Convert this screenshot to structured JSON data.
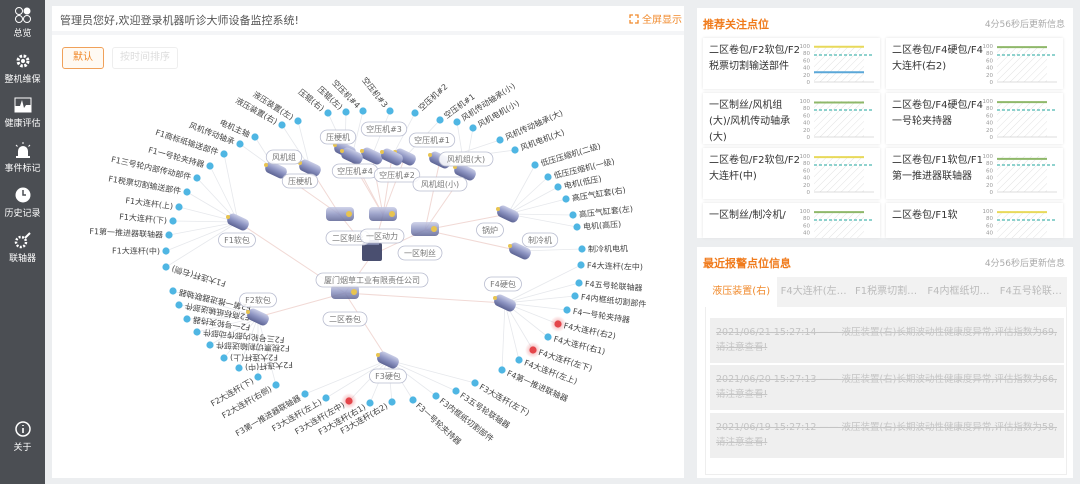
{
  "sidebar": {
    "items": [
      {
        "label": "总览",
        "icon": "overview-icon"
      },
      {
        "label": "整机维保",
        "icon": "gear-wrench-icon"
      },
      {
        "label": "健康评估",
        "icon": "health-chart-icon"
      },
      {
        "label": "事件标记",
        "icon": "alarm-light-icon"
      },
      {
        "label": "历史记录",
        "icon": "clock-icon"
      },
      {
        "label": "联轴器",
        "icon": "coupling-icon"
      },
      {
        "label": "关于",
        "icon": "info-icon"
      }
    ]
  },
  "header": {
    "welcome": "管理员您好,欢迎登录机器听诊大师设备监控系统!",
    "fullscreen": "全屏显示"
  },
  "toolbar": {
    "default_label": "默认",
    "sort_label": "按时间排序"
  },
  "graph": {
    "hubs": [
      "厦门烟草工业有限责任公司",
      "二区制丝",
      "一区动力",
      "一区制丝",
      "二区卷包",
      "F1软包",
      "F2软包",
      "F3硬包",
      "F4硬包",
      "压梗机",
      "风机组",
      "压梗机",
      "空压机#3",
      "空压机#1",
      "空压机#4",
      "空压机#2",
      "风机组(大)",
      "风机组(小)",
      "锅炉",
      "制冷机"
    ],
    "leaves": [
      {
        "label": "电机主轴",
        "hub": 10
      },
      {
        "label": "风机传动轴承",
        "hub": 10
      },
      {
        "label": "F1商标纸输送部件",
        "hub": 5
      },
      {
        "label": "F1一号轮夹持器",
        "hub": 5
      },
      {
        "label": "F1三号轮内部传动部件",
        "hub": 5
      },
      {
        "label": "F1税票切割输送部件",
        "hub": 5
      },
      {
        "label": "F1大连杆(上)",
        "hub": 5
      },
      {
        "label": "F1大连杆(下)",
        "hub": 5
      },
      {
        "label": "F1第一推进器联轴器",
        "hub": 5
      },
      {
        "label": "F1大连杆(中)",
        "hub": 5
      },
      {
        "label": "F1大连杆(右侧)",
        "hub": 5
      },
      {
        "label": "液压装置(右)",
        "hub": 9
      },
      {
        "label": "液压装置(左)",
        "hub": 9
      },
      {
        "label": "压辊(右)",
        "hub": 11
      },
      {
        "label": "压辊(左)",
        "hub": 11
      },
      {
        "label": "空压机#4",
        "hub": 14
      },
      {
        "label": "空压机#3",
        "hub": 12
      },
      {
        "label": "空压机#2",
        "hub": 15
      },
      {
        "label": "空压机#1",
        "hub": 13
      },
      {
        "label": "风机传动轴承(小)",
        "hub": 17
      },
      {
        "label": "风机电机(小)",
        "hub": 17
      },
      {
        "label": "风机传动轴承(大)",
        "hub": 16
      },
      {
        "label": "风机电机(大)",
        "hub": 16
      },
      {
        "label": "低压压缩机(二级)",
        "hub": 18
      },
      {
        "label": "低压压缩机(一级)",
        "hub": 18
      },
      {
        "label": "电机(低压)",
        "hub": 18
      },
      {
        "label": "高压气缸套(右)",
        "hub": 18
      },
      {
        "label": "高压气缸套(左)",
        "hub": 18
      },
      {
        "label": "电机(高压)",
        "hub": 18
      },
      {
        "label": "制冷机电机",
        "hub": 19
      },
      {
        "label": "F4大连杆(左中)",
        "hub": 8
      },
      {
        "label": "F4五号轮联轴器",
        "hub": 8
      },
      {
        "label": "F4内框纸切割部件",
        "hub": 8
      },
      {
        "label": "F4一号轮夹持器",
        "hub": 8
      },
      {
        "label": "F4大连杆(右2)",
        "hub": 8,
        "alarm": true
      },
      {
        "label": "F4大连杆(右1)",
        "hub": 8
      },
      {
        "label": "F4大连杆(左下)",
        "hub": 8,
        "alarm": true
      },
      {
        "label": "F4大连杆(左上)",
        "hub": 8
      },
      {
        "label": "F4第一推进联轴器",
        "hub": 8
      },
      {
        "label": "F3大连杆(左下)",
        "hub": 7
      },
      {
        "label": "F3五号轮联轴器",
        "hub": 7
      },
      {
        "label": "F3内框纸切割部件",
        "hub": 7
      },
      {
        "label": "F3一号轮夹持器",
        "hub": 7
      },
      {
        "label": "F3大连杆(右2)",
        "hub": 7
      },
      {
        "label": "F3大连杆(右1)",
        "hub": 7
      },
      {
        "label": "F3大连杆(左中)",
        "hub": 7,
        "alarm": true
      },
      {
        "label": "F3大连杆(左上)",
        "hub": 7
      },
      {
        "label": "F3第一推进器联轴器",
        "hub": 7
      },
      {
        "label": "F2大连杆(右侧)",
        "hub": 6
      },
      {
        "label": "F2大连杆(下)",
        "hub": 6
      },
      {
        "label": "F2大连杆(中)",
        "hub": 6
      },
      {
        "label": "F2大连杆(上)",
        "hub": 6
      },
      {
        "label": "F2税票切割输送部件",
        "hub": 6
      },
      {
        "label": "F2三号轮内部传动部件",
        "hub": 6
      },
      {
        "label": "F2一号轮夹持器",
        "hub": 6
      },
      {
        "label": "F2商标纸输送部件",
        "hub": 6
      },
      {
        "label": "F2第一推进器联轴器",
        "hub": 6
      }
    ],
    "colors": {
      "leaf": "#4fb6e3",
      "alarm": "#e4454a",
      "line": "#e6e8ec"
    }
  },
  "recommend": {
    "title": "推荐关注点位",
    "update": "4分56秒后更新信息",
    "axis_ticks": [
      "100",
      "80",
      "60",
      "40",
      "20",
      "0"
    ],
    "cards": [
      {
        "name": "二区卷包/F2软包/F2税票切割输送部件",
        "lines": [
          {
            "value": 98,
            "color": "#e8d95a"
          },
          {
            "value": 75,
            "color": "#4cb8b0",
            "dashed": true
          },
          {
            "value": 27,
            "color": "#5aa7d8"
          }
        ]
      },
      {
        "name": "二区卷包/F4硬包/F4大连杆(右2)",
        "lines": [
          {
            "value": 97,
            "color": "#8fb86a"
          },
          {
            "value": 75,
            "color": "#4cb8b0",
            "dashed": true
          }
        ]
      },
      {
        "name": "一区制丝/风机组(大)/风机传动轴承(大)",
        "lines": [
          {
            "value": 96,
            "color": "#8fb86a"
          },
          {
            "value": 75,
            "color": "#4cb8b0",
            "dashed": true
          }
        ]
      },
      {
        "name": "二区卷包/F4硬包/F4一号轮夹持器",
        "lines": [
          {
            "value": 97,
            "color": "#8fb86a"
          },
          {
            "value": 75,
            "color": "#4cb8b0",
            "dashed": true
          }
        ]
      },
      {
        "name": "二区卷包/F2软包/F2大连杆(中)",
        "lines": [
          {
            "value": 97,
            "color": "#e8d95a"
          },
          {
            "value": 75,
            "color": "#4cb8b0",
            "dashed": true
          }
        ]
      },
      {
        "name": "二区卷包/F1软包/F1第一推进器联轴器",
        "lines": [
          {
            "value": 92,
            "color": "#8fb86a"
          },
          {
            "value": 75,
            "color": "#4cb8b0",
            "dashed": true
          }
        ]
      },
      {
        "name": "一区制丝/制冷机/",
        "lines": [
          {
            "value": 97,
            "color": "#8fb86a"
          },
          {
            "value": 75,
            "color": "#4cb8b0",
            "dashed": true
          }
        ]
      },
      {
        "name": "二区卷包/F1软",
        "lines": [
          {
            "value": 97,
            "color": "#e8d95a"
          },
          {
            "value": 75,
            "color": "#4cb8b0",
            "dashed": true
          }
        ]
      }
    ]
  },
  "alarms": {
    "title": "最近报警点位信息",
    "update": "4分56秒后更新信息",
    "tabs": [
      "液压装置(右)",
      "F4大连杆(左…",
      "F1税票切割…",
      "F4内框纸切…",
      "F4五号轮联…"
    ],
    "items": [
      "2021/06/21 15:27:14 —— 液压装置(右)长期波动性健康度异常,评估指数为69,请注意查看!",
      "2021/06/20 15:27:13 —— 液压装置(右)长期波动性健康度异常,评估指数为66,请注意查看!",
      "2021/06/19 15:27:12 —— 液压装置(右)长期波动性健康度异常,评估指数为58,请注意查看!"
    ]
  },
  "colors": {
    "accent": "#f07b1c",
    "sidebar": "#4b4e53"
  }
}
